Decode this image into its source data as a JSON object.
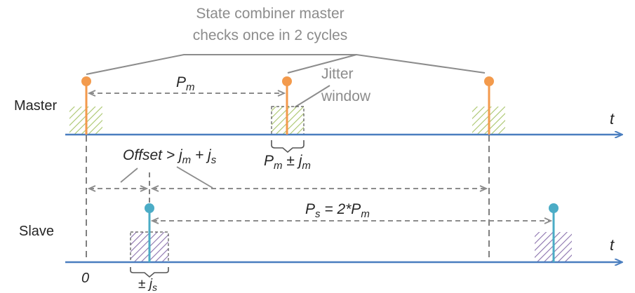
{
  "annotation": {
    "line1": "State combiner master",
    "line2": "checks once in 2 cycles"
  },
  "jitter_label": {
    "line1": "Jitter",
    "line2": "window"
  },
  "rows": {
    "master": "Master",
    "slave": "Slave"
  },
  "axis_label": "t",
  "origin_label": "0",
  "intervals": {
    "master_period": {
      "base": "P",
      "sub": "m"
    },
    "slave_period": {
      "base": "P",
      "sub": "s",
      "eq": " = 2*P",
      "eq_sub": "m"
    },
    "master_jitter": {
      "base": "P",
      "sub": "m",
      "pm": " ± j",
      "pm_sub": "m"
    },
    "offset": {
      "text": "Offset > j",
      "sub1": "m",
      "plus": " + j",
      "sub2": "s"
    },
    "slave_jitter": {
      "pm": "± j",
      "sub": "s"
    }
  },
  "colors": {
    "master": "#f39a4c",
    "slave": "#4bacc6",
    "axis": "#4a7ebf",
    "master_hatch": "#9bbb59",
    "slave_hatch": "#8064a2",
    "guide": "#7f7f7f"
  }
}
